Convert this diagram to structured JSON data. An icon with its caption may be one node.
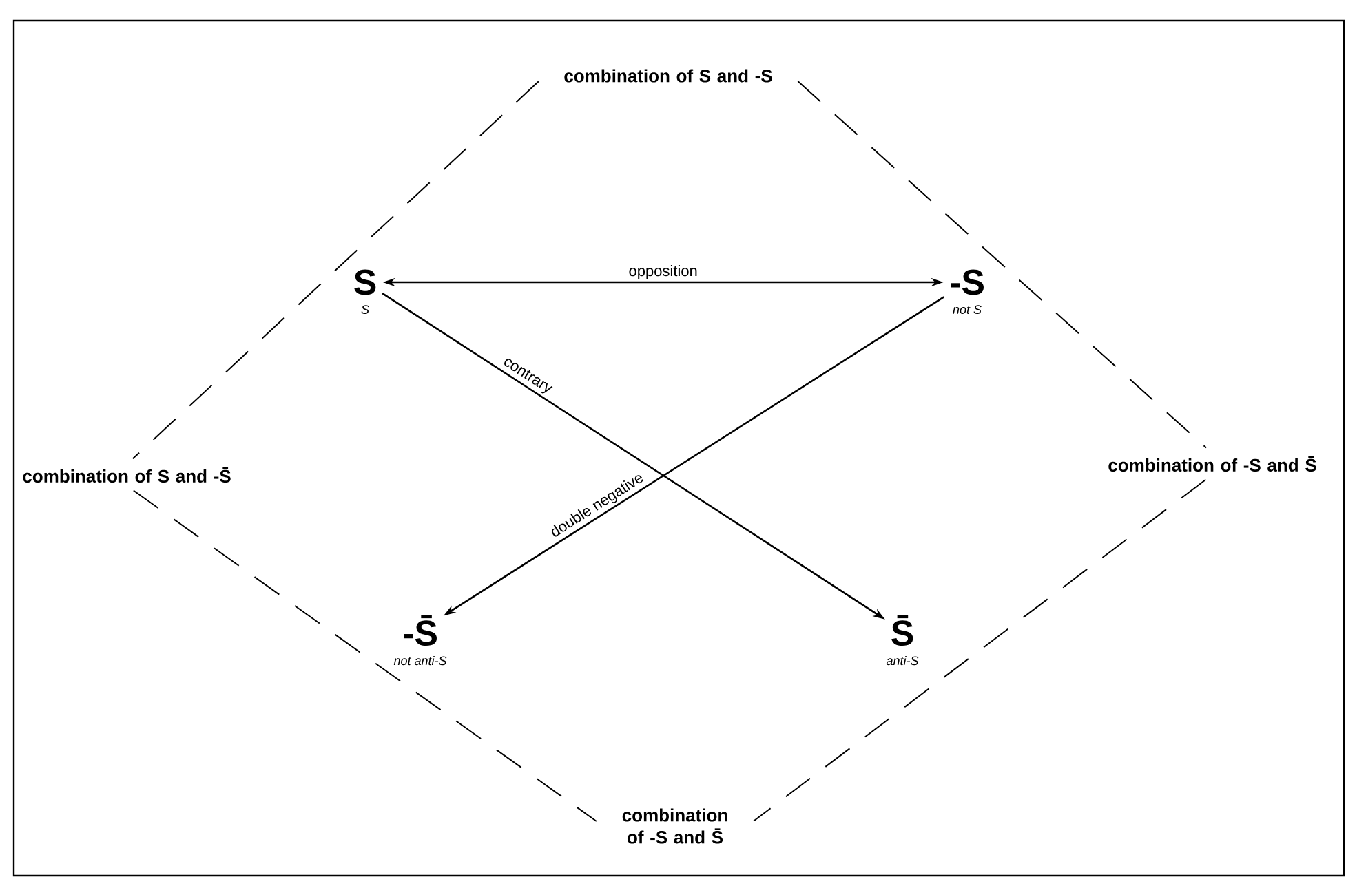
{
  "diagram": {
    "nodes": [
      {
        "text": [
          "S"
        ],
        "beside": [
          "S"
        ]
      },
      {
        "text": [
          "-S"
        ],
        "beside": [
          "not S"
        ]
      },
      {
        "text": [
          "-S̄"
        ],
        "beside": [
          "not anti-S"
        ]
      },
      {
        "text": [
          "S̄"
        ],
        "beside": [
          "anti-S"
        ]
      },
      {
        "text": [
          "combination of S and -S"
        ]
      },
      {
        "text": [
          "combination of S and -S̄"
        ]
      },
      {
        "text": [
          "combination of -S and S̄"
        ]
      },
      {
        "text": [
          "combination of -S and S̄"
        ]
      }
    ],
    "edges": [
      {
        "from": 0,
        "to": 1,
        "arrow": "both",
        "label": "opposition"
      },
      {
        "from": 0,
        "to": 3,
        "arrow": "to",
        "label": "contrary"
      },
      {
        "from": 1,
        "to": 2,
        "arrow": "to",
        "label": "double negative"
      },
      {
        "from": 4,
        "to": 5,
        "arrow": "none",
        "style": "dashed"
      },
      {
        "from": 4,
        "to": 6,
        "arrow": "none",
        "style": "dashed"
      },
      {
        "from": 5,
        "to": 7,
        "arrow": "none",
        "style": "dashed"
      },
      {
        "from": 6,
        "to": 7,
        "arrow": "none",
        "style": "dashed"
      }
    ]
  }
}
